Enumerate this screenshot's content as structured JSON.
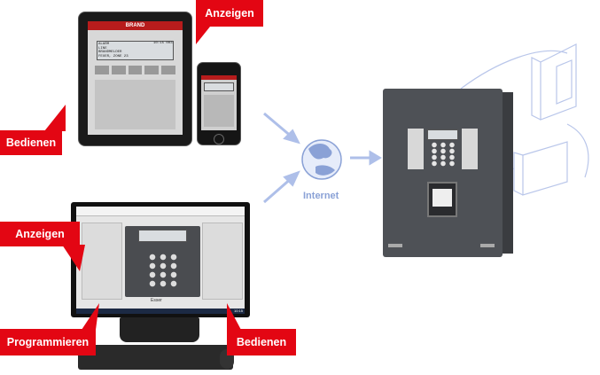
{
  "labels": {
    "tablet_anzeigen": "Anzeigen",
    "tablet_bedienen": "Bedienen",
    "pc_anzeigen": "Anzeigen",
    "pc_programmieren": "Programmieren",
    "pc_bedienen": "Bedienen",
    "internet": "Internet"
  },
  "tablet": {
    "brand": "BRAND",
    "display_lines": [
      "ALARM",
      "LINE",
      "BRANDMELDER",
      "FEUER, ZONE 23"
    ],
    "time": "10:15 003"
  },
  "monitor": {
    "footer_brand": "Esser",
    "taskbar_time": "10:15"
  },
  "colors": {
    "accent_red": "#e30613",
    "connection_blue": "#aebfe9",
    "panel_gray": "#4e5156"
  }
}
